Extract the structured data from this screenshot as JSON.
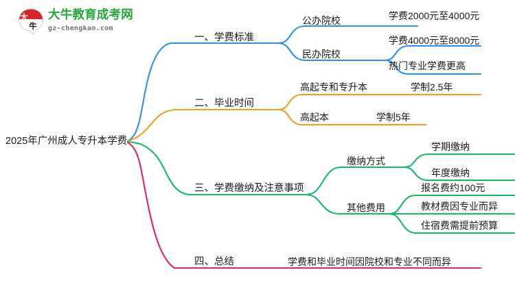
{
  "watermark": {
    "logo_icon": "speech-bubble-logo-icon",
    "title": "大牛教育成考网",
    "subtitle": "gz-chengkao.com",
    "brand_color": "#23a63a",
    "mark_color": "#d9262c"
  },
  "mindmap": {
    "root": {
      "label": "2025年广州成人专升本学费"
    },
    "branch_colors": {
      "branch1": "#2f8fea",
      "branch2": "#eda01f",
      "branch3": "#16b866",
      "branch4": "#ef1d6e"
    },
    "branches": [
      {
        "id": "branch1",
        "label": "一、学费标准",
        "color": "#2f8fea",
        "children": [
          {
            "label": "公办院校",
            "leaves": [
              {
                "label": "学费2000元至4000元"
              }
            ]
          },
          {
            "label": "民办院校",
            "leaves": [
              {
                "label": "学费4000元至8000元"
              },
              {
                "label": "热门专业学费更高"
              }
            ]
          }
        ]
      },
      {
        "id": "branch2",
        "label": "二、毕业时间",
        "color": "#eda01f",
        "children": [
          {
            "label": "高起专和专升本",
            "leaves": [
              {
                "label": "学制2.5年"
              }
            ]
          },
          {
            "label": "高起本",
            "leaves": [
              {
                "label": "学制5年"
              }
            ]
          }
        ]
      },
      {
        "id": "branch3",
        "label": "三、学费缴纳及注意事项",
        "color": "#16b866",
        "children": [
          {
            "label": "缴纳方式",
            "leaves": [
              {
                "label": "学期缴纳"
              },
              {
                "label": "年度缴纳"
              }
            ]
          },
          {
            "label": "其他费用",
            "leaves": [
              {
                "label": "报名费约100元"
              },
              {
                "label": "教材费因专业而异"
              },
              {
                "label": "住宿费需提前预算"
              }
            ]
          }
        ]
      },
      {
        "id": "branch4",
        "label": "四、总结",
        "color": "#ef1d6e",
        "children": [
          {
            "label": "学费和毕业时间因院校和专业不同而异",
            "leaves": []
          }
        ]
      }
    ]
  }
}
